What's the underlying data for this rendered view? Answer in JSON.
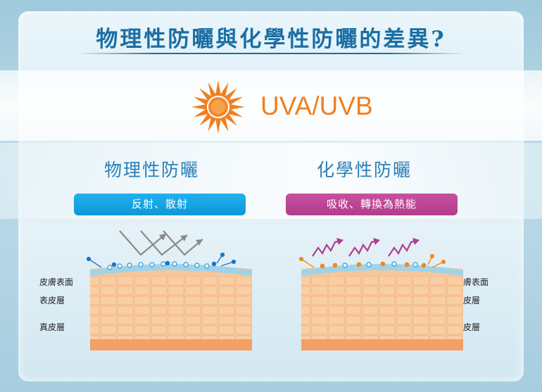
{
  "title": "物理性防曬與化學性防曬的差異?",
  "uv_label": "UVA/UVB",
  "physical": {
    "title": "物理性防曬",
    "tag": "反射、散射"
  },
  "chemical": {
    "title": "化學性防曬",
    "tag": "吸收、轉換為熱能"
  },
  "layers": {
    "left": [
      "皮膚表面",
      "表皮層",
      "真皮層"
    ],
    "right": [
      "皮膚表面",
      "表皮層",
      "真皮層"
    ]
  },
  "colors": {
    "title": "#1a6ea3",
    "sun": "#f07f22",
    "physical_accent": "#0c97d8",
    "chemical_accent": "#b13d8b",
    "skin": "#f6c79a",
    "dermis": "#f3a36b",
    "ray": "#8a8a8a"
  },
  "icons": {
    "sun": "sun-icon",
    "reflected_rays": "reflect-arrow-icon",
    "absorbed_rays": "absorb-arrow-icon",
    "mineral_particles": "particle-icon",
    "chemical_filters": "filter-molecule-icon"
  }
}
